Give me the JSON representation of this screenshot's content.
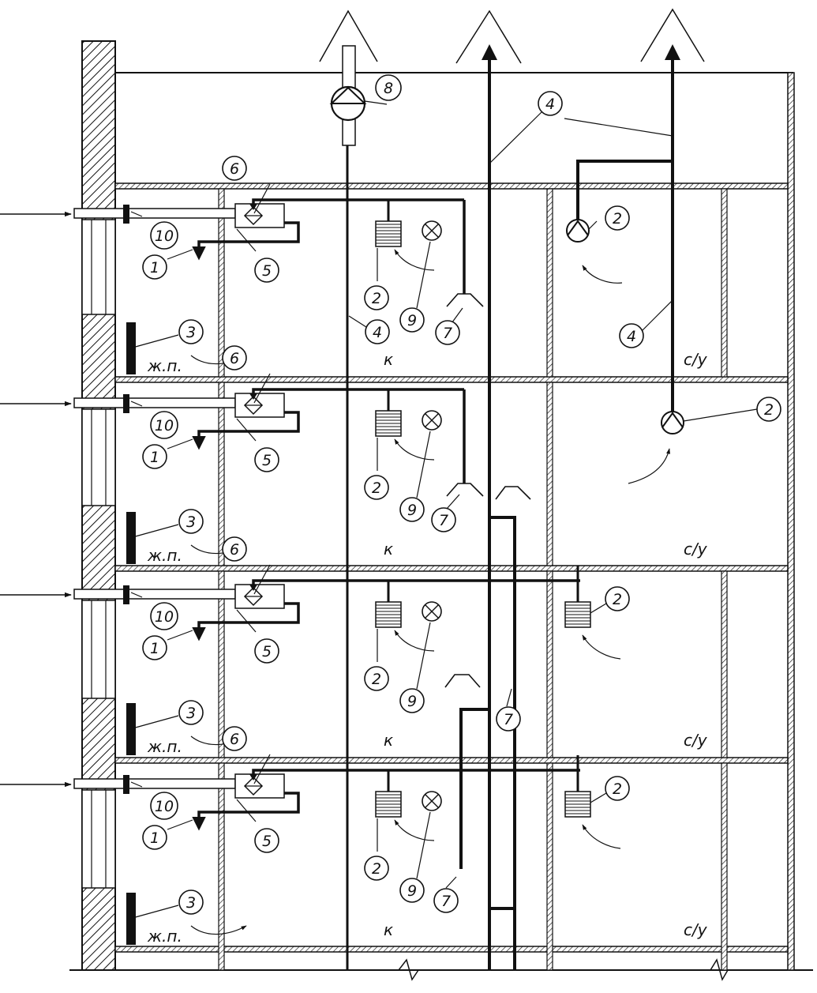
{
  "labels": {
    "m1": "1",
    "m2": "2",
    "m3": "3",
    "m4": "4",
    "m5": "5",
    "m6": "6",
    "m7": "7",
    "m8": "8",
    "m9": "9",
    "m10": "10"
  },
  "rooms": {
    "living": "ж.п.",
    "kitchen": "к",
    "bathroom": "с/у"
  }
}
